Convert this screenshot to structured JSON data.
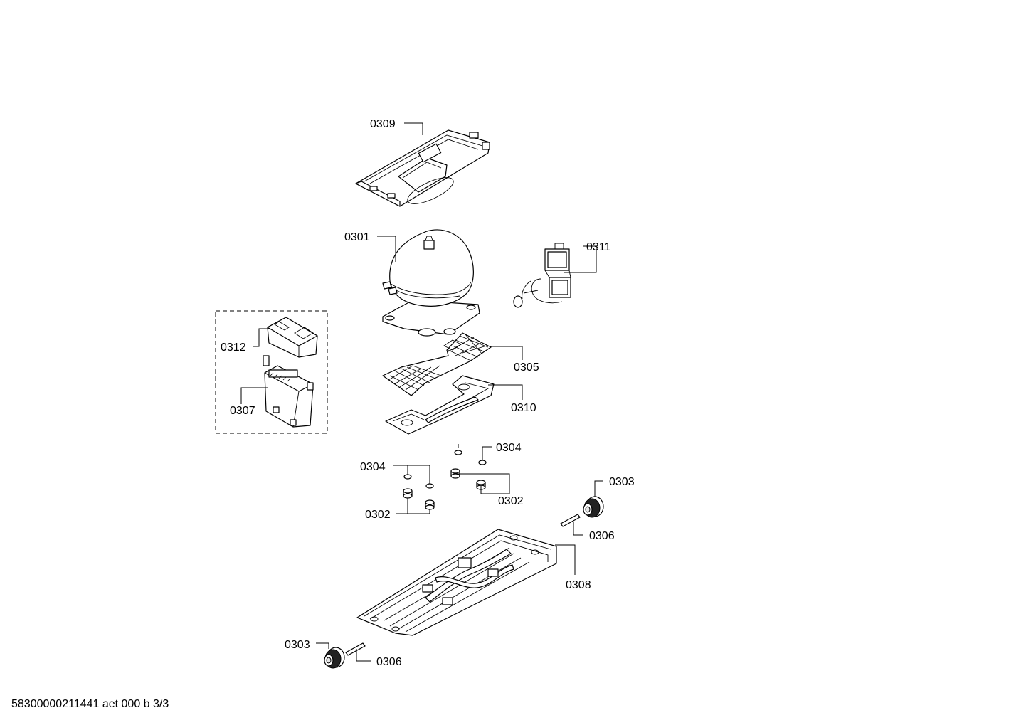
{
  "labels": {
    "p0301": "0301",
    "p0302a": "0302",
    "p0302b": "0302",
    "p0303a": "0303",
    "p0303b": "0303",
    "p0304a": "0304",
    "p0304b": "0304",
    "p0305": "0305",
    "p0306a": "0306",
    "p0306b": "0306",
    "p0307": "0307",
    "p0308": "0308",
    "p0309": "0309",
    "p0310": "0310",
    "p0311": "0311",
    "p0312": "0312"
  },
  "footer": "58300000211441 aet 000 b 3/3"
}
